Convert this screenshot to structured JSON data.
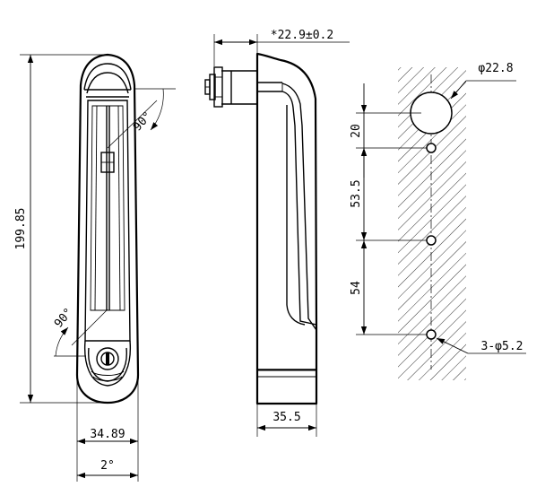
{
  "front_view": {
    "height_dim": "199.85",
    "width_dim": "34.89",
    "taper_dim": "2°",
    "angle_top": "90°",
    "angle_bottom": "90°"
  },
  "side_view": {
    "offset_dim": "*22.9±0.2",
    "depth_dim": "35.5"
  },
  "cutout_view": {
    "big_hole_dim": "φ22.8",
    "small_holes_dim": "3-φ5.2",
    "spacing_1": "20",
    "spacing_2": "53.5",
    "spacing_3": "54"
  }
}
